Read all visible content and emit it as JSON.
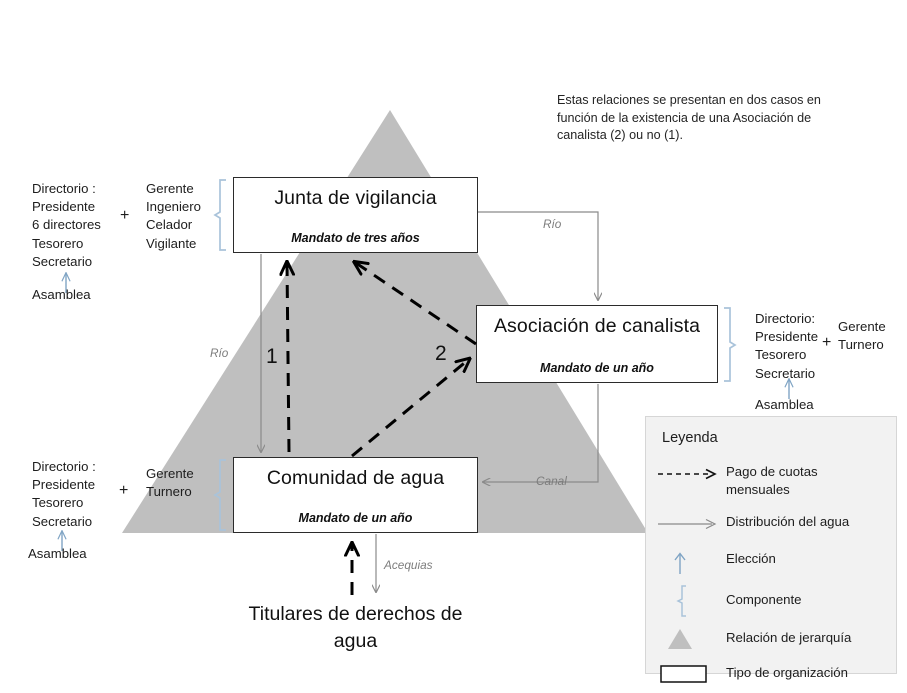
{
  "note": {
    "line1": "Estas relaciones se presentan en dos casos en",
    "line2": "función de la existencia de una Asociación de",
    "line3": "canalista (2) ou no (1)."
  },
  "nodes": {
    "junta": {
      "title": "Junta de vigilancia",
      "subtitle": "Mandato de tres años"
    },
    "asociacion": {
      "title": "Asociación de canalista",
      "subtitle": "Mandato de un año"
    },
    "comunidad": {
      "title": "Comunidad de agua",
      "subtitle": "Mandato de un año"
    },
    "titulares": {
      "line1": "Titulares de derechos de",
      "line2": "agua"
    }
  },
  "annotations": {
    "junta_left": {
      "directorio": "Directorio :\nPresidente\n6 directores\nTesorero\nSecretario",
      "plus": "+",
      "staff": "Gerente\nIngeniero\nCelador\nVigilante",
      "asamblea": "Asamblea"
    },
    "comunidad_left": {
      "directorio": "Directorio :\nPresidente\nTesorero\nSecretario",
      "plus": "+",
      "staff": "Gerente\nTurnero",
      "asamblea": "Asamblea"
    },
    "asociacion_right": {
      "directorio": "Directorio:\nPresidente\nTesorero\nSecretario",
      "plus": "+",
      "staff": "Gerente\nTurnero",
      "asamblea": "Asamblea"
    }
  },
  "edge_labels": {
    "rio_right": "Río",
    "rio_left": "Río",
    "canal": "Canal",
    "acequias": "Acequias",
    "case_one": "1",
    "case_two": "2"
  },
  "legend": {
    "title": "Leyenda",
    "items": [
      {
        "symbol": "dashed-arrow-icon",
        "label": "Pago de cuotas\nmensuales"
      },
      {
        "symbol": "solid-arrow-icon",
        "label": "Distribución del agua"
      },
      {
        "symbol": "up-arrow-icon",
        "label": "Elección"
      },
      {
        "symbol": "brace-icon",
        "label": "Componente"
      },
      {
        "symbol": "triangle-icon",
        "label": "Relación de jerarquía"
      },
      {
        "symbol": "rectangle-icon",
        "label": "Tipo de organización"
      }
    ]
  },
  "colors": {
    "triangle": "#bfbfbf",
    "bracket": "#a9c3da",
    "thin_line": "#8a8a8a",
    "dashed_line": "#000000",
    "legend_bg": "#f2f2f2",
    "legend_border": "#d6d6d6",
    "node_border": "#2b2b2b"
  }
}
